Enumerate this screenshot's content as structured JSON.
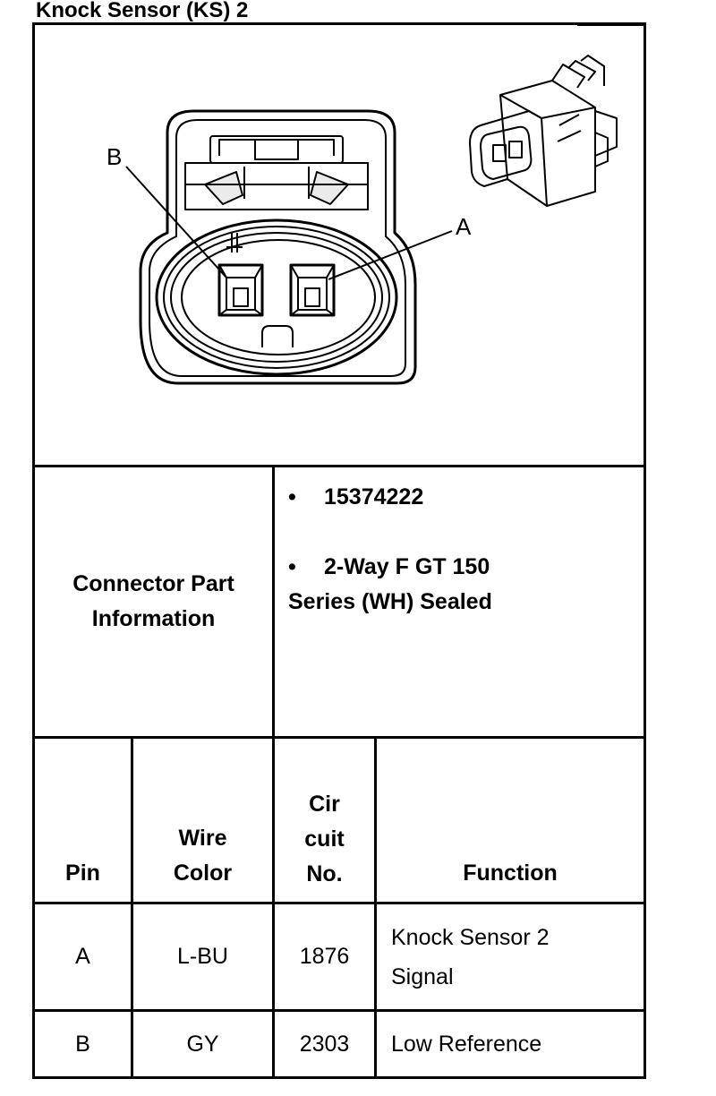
{
  "title": "Knock Sensor (KS) 2",
  "diagram": {
    "pin_labels": [
      "A",
      "B"
    ]
  },
  "connector_info": {
    "label_line1": "Connector Part",
    "label_line2": "Information",
    "part_number": "15374222",
    "description_line1": "2-Way F GT 150",
    "description_line2": "Series (WH) Sealed"
  },
  "table": {
    "headers": {
      "pin": "Pin",
      "wire_color_line1": "Wire",
      "wire_color_line2": "Color",
      "circuit_line1": "Cir",
      "circuit_line2": "cuit",
      "circuit_line3": "No.",
      "function": "Function"
    },
    "rows": [
      {
        "pin": "A",
        "wire_color": "L-BU",
        "circuit": "1876",
        "function_line1": "Knock Sensor 2",
        "function_line2": "Signal"
      },
      {
        "pin": "B",
        "wire_color": "GY",
        "circuit": "2303",
        "function_line1": "Low Reference",
        "function_line2": ""
      }
    ]
  }
}
